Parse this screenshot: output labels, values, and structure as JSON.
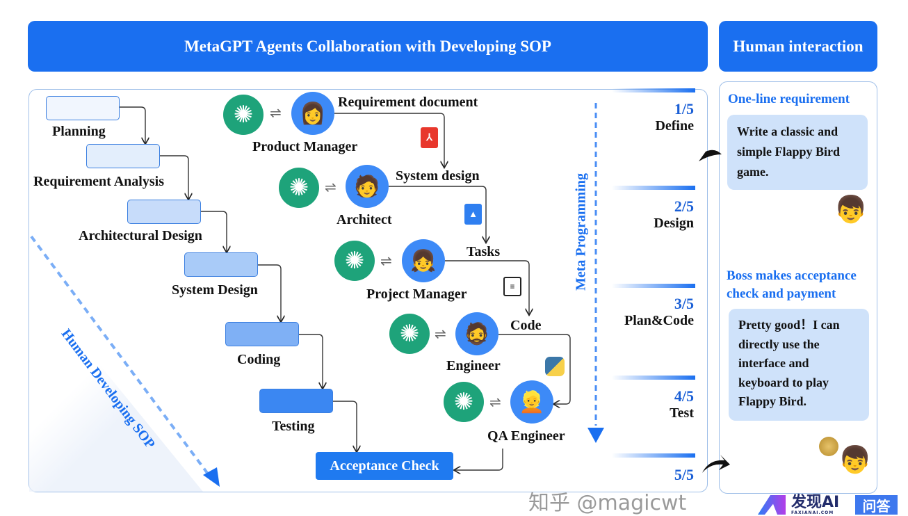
{
  "header": {
    "title": "MetaGPT Agents Collaboration with Developing SOP",
    "side_title": "Human interaction"
  },
  "sop": {
    "label": "Human Developing SOP",
    "steps": [
      "Planning",
      "Requirement Analysis",
      "Architectural Design",
      "System Design",
      "Coding",
      "Testing"
    ],
    "final": "Acceptance Check"
  },
  "agents": [
    {
      "role": "Product Manager",
      "output": "Requirement document",
      "output_icon": "pdf-icon"
    },
    {
      "role": "Architect",
      "output": "System design",
      "output_icon": "image-icon"
    },
    {
      "role": "Project Manager",
      "output": "Tasks",
      "output_icon": "task-document-icon"
    },
    {
      "role": "Engineer",
      "output": "Code",
      "output_icon": "python-icon"
    },
    {
      "role": "QA Engineer",
      "output": "",
      "output_icon": ""
    }
  ],
  "swap_symbol": "⇌",
  "meta_label": "Meta Programming",
  "stages": [
    {
      "frac": "1/5",
      "name": "Define"
    },
    {
      "frac": "2/5",
      "name": "Design"
    },
    {
      "frac": "3/5",
      "name": "Plan&Code"
    },
    {
      "frac": "4/5",
      "name": "Test"
    },
    {
      "frac": "5/5",
      "name": ""
    }
  ],
  "human": {
    "req_title": "One-line requirement",
    "req_text": "Write a classic and simple Flappy Bird game.",
    "boss_title": "Boss makes acceptance check and payment",
    "boss_text": "Pretty good！I can directly use the interface and keyboard to play Flappy Bird."
  },
  "watermark": {
    "zhihu": "知乎 @magicwt",
    "logo": "发现AI",
    "logo_sub": "FAXIANAI.COM",
    "tag": "问答"
  },
  "colors": {
    "primary": "#1a6ff0",
    "gpt": "#1ea37a",
    "bubble": "#cfe2fa"
  }
}
